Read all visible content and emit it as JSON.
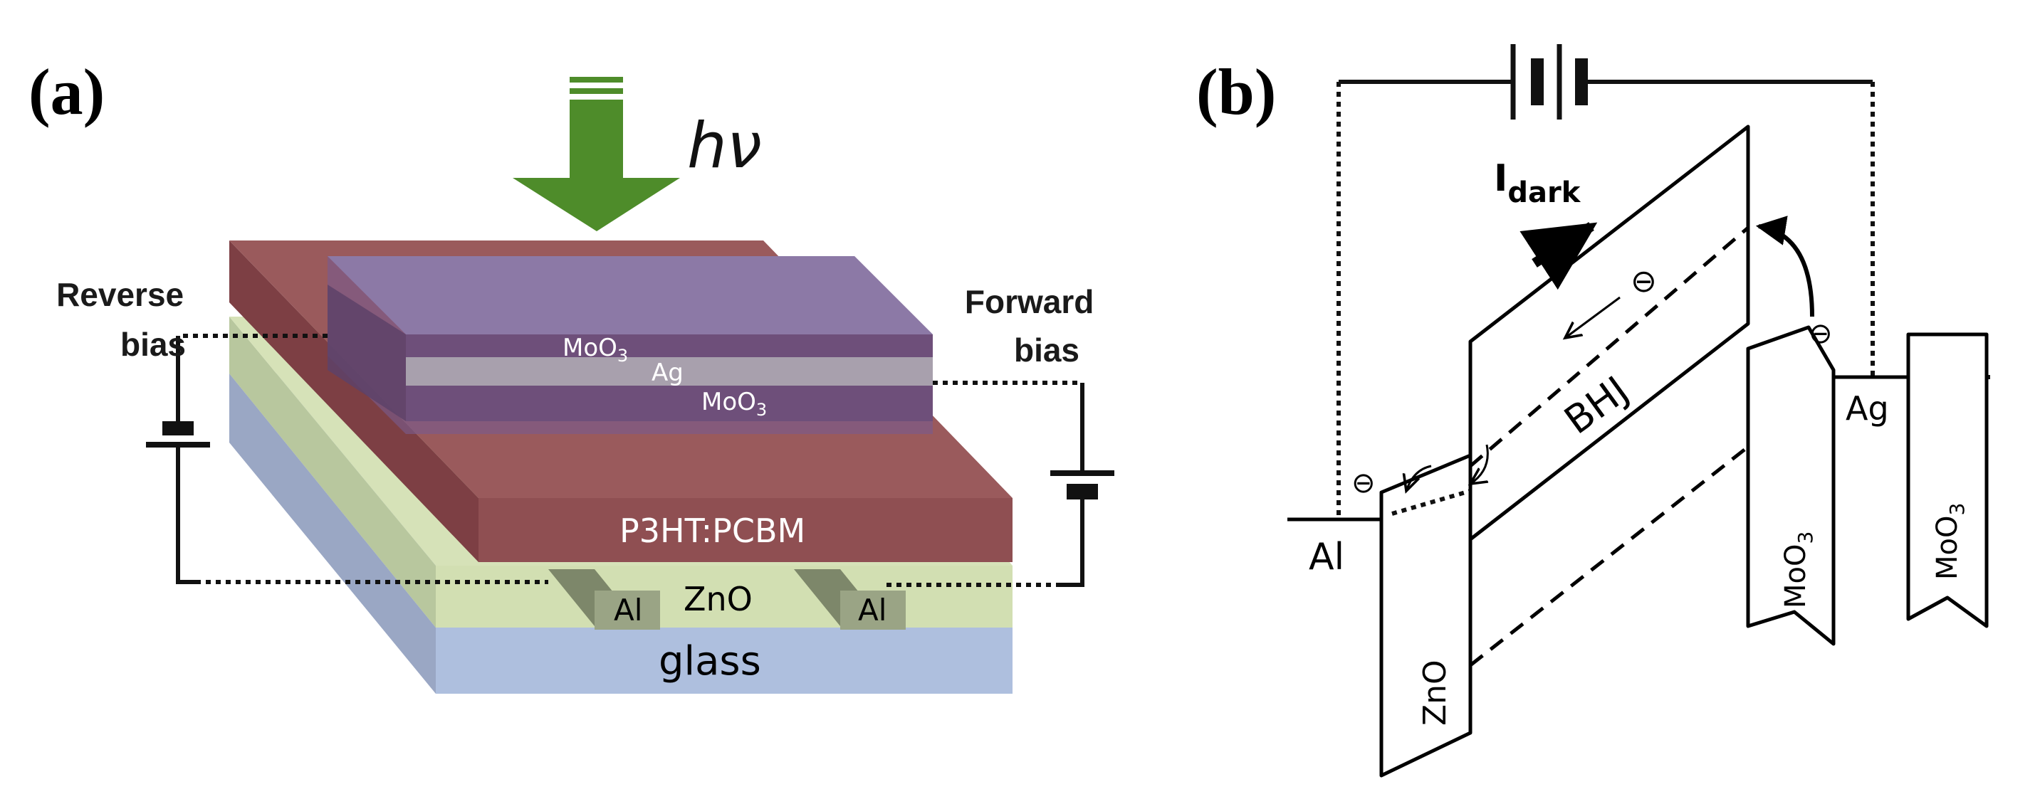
{
  "panel_a": {
    "label": "(a)",
    "light_label": "hν",
    "reverse_bias": [
      "Reverse",
      "bias"
    ],
    "forward_bias": [
      "Forward",
      "bias"
    ],
    "layers": {
      "moo3_top": "MoO",
      "moo3_sub": "3",
      "ag": "Ag",
      "moo3_bottom": "MoO",
      "moo3_bottom_sub": "3",
      "active": "P3HT:PCBM",
      "zno": "ZnO",
      "al_left": "Al",
      "al_right": "Al",
      "substrate": "glass"
    },
    "colors": {
      "active_layer": "#8f4f52",
      "moo3_layer": "#6e4f7a",
      "ag_layer": "#a8a0ad",
      "zno_layer": "#c9d9a8",
      "al_contact": "#9aa485",
      "glass": "#aebfde",
      "light_arrow": "#4e8c2a"
    }
  },
  "panel_b": {
    "label": "(b)",
    "current_main": "I",
    "current_sub": "dark",
    "electron_symbol": "⊖",
    "bhj": "BHJ",
    "al": "Al",
    "ag": "Ag",
    "zno": "ZnO",
    "moo3_left": "MoO",
    "moo3_left_sub": "3",
    "moo3_right": "MoO",
    "moo3_right_sub": "3"
  }
}
